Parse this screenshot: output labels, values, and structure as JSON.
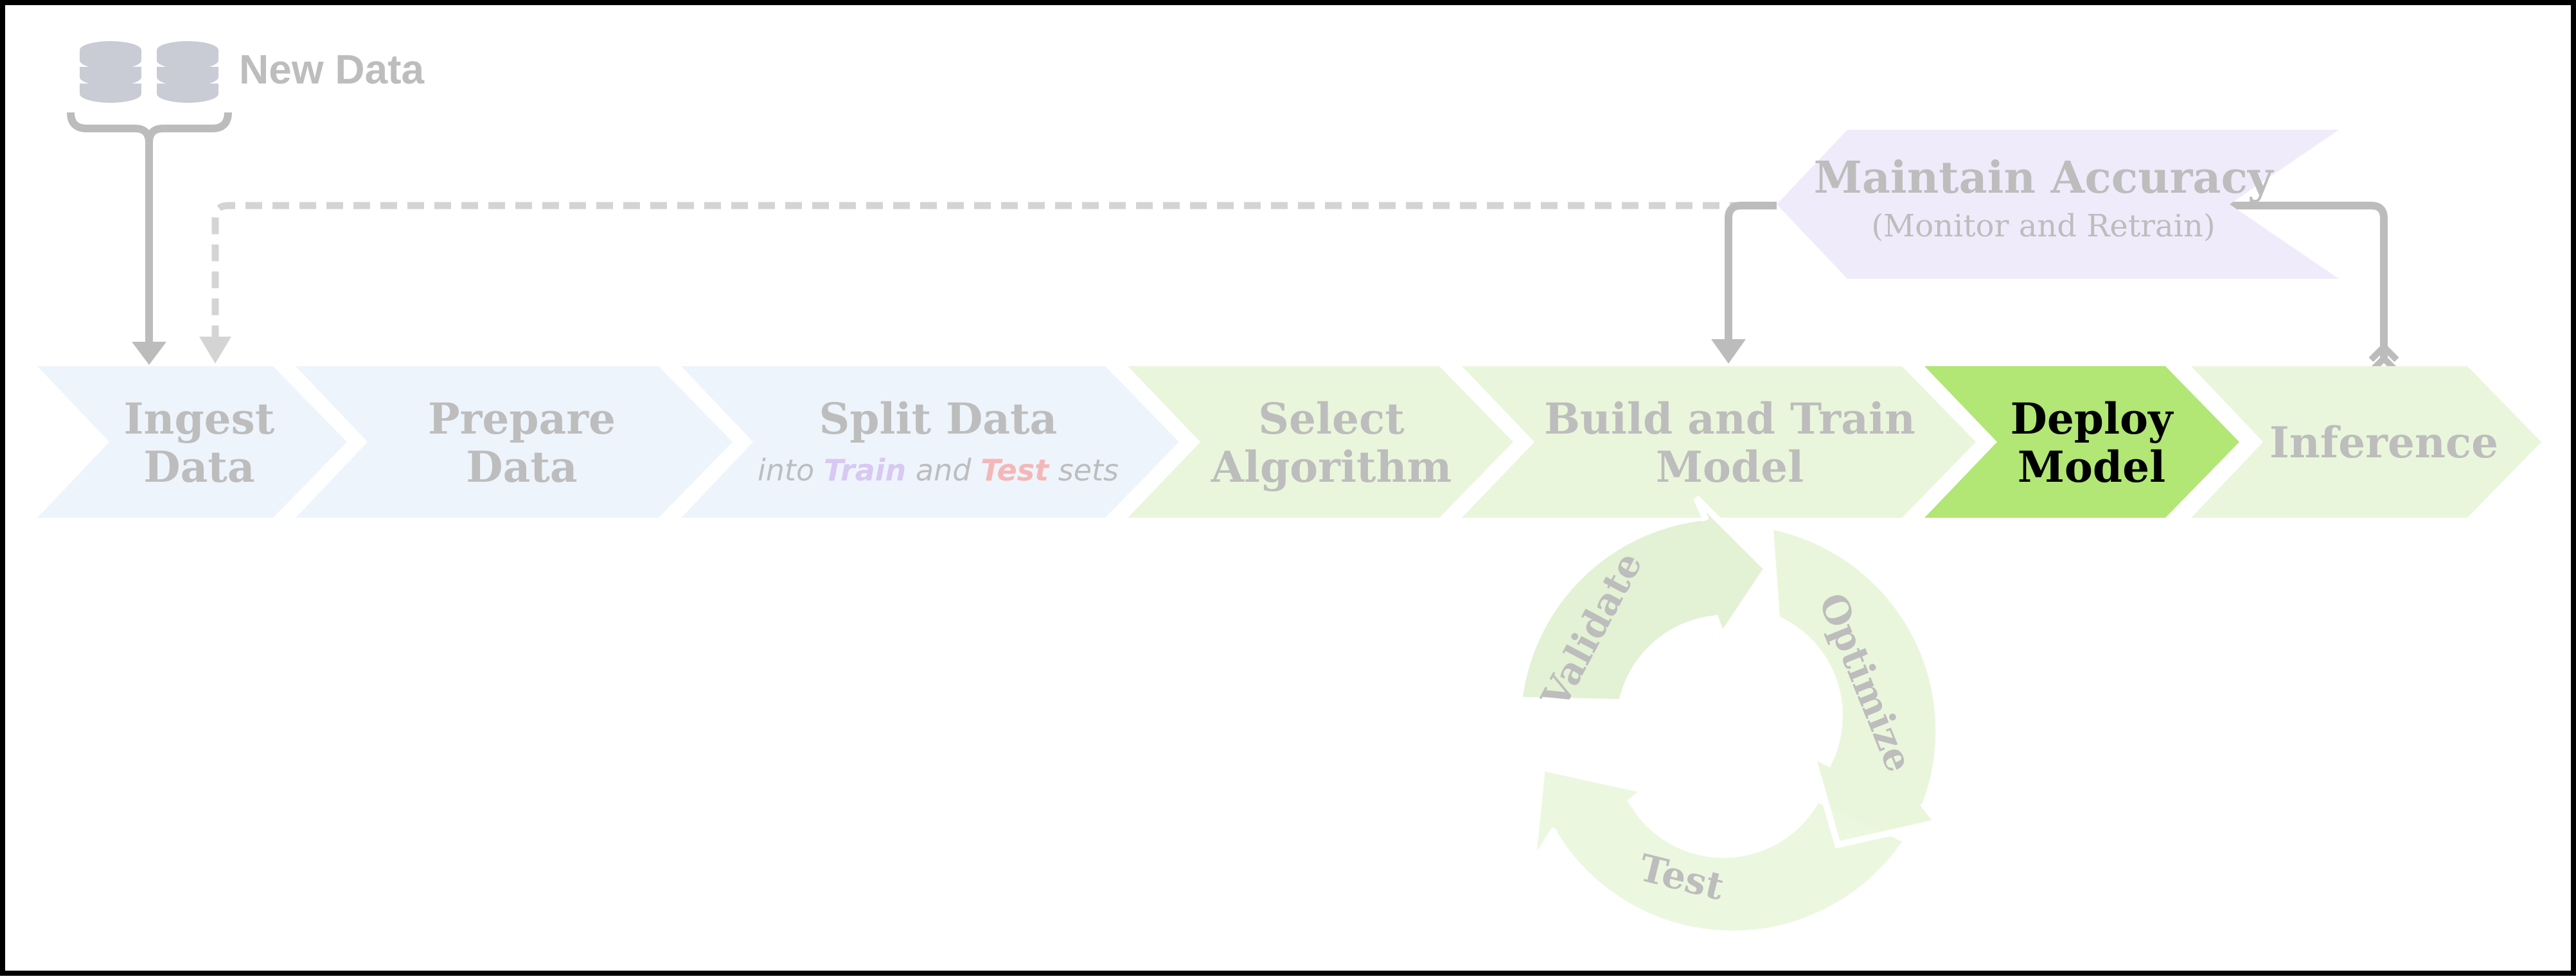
{
  "source": {
    "label": "New Data",
    "icon": "database-icon"
  },
  "feedback": {
    "title": "Maintain Accuracy",
    "subtitle": "(Monitor and Retrain)"
  },
  "steps": [
    {
      "line1": "Ingest",
      "line2": "Data"
    },
    {
      "line1": "Prepare",
      "line2": "Data"
    },
    {
      "line1": "Split Data",
      "sub_prefix": "into ",
      "sub_train": "Train",
      "sub_mid": " and ",
      "sub_test": "Test",
      "sub_suffix": " sets"
    },
    {
      "line1": "Select",
      "line2": "Algorithm"
    },
    {
      "line1": "Build and Train",
      "line2": "Model"
    },
    {
      "line1": "Deploy",
      "line2": "Model"
    },
    {
      "line1": "Inference"
    }
  ],
  "cycle": {
    "labels": [
      "Validate",
      "Optimize",
      "Test"
    ]
  },
  "colors": {
    "blue_fill": "#eef4fc",
    "green_fill": "#eaf6dc",
    "active_fill": "#b2e675",
    "purple_fill": "#f0ebfa",
    "muted_text": "#bdbdbd",
    "active_text": "#000000",
    "connector": "#bcbcbc",
    "train_color": "#d8c8f2",
    "test_color": "#f4b7b7"
  }
}
